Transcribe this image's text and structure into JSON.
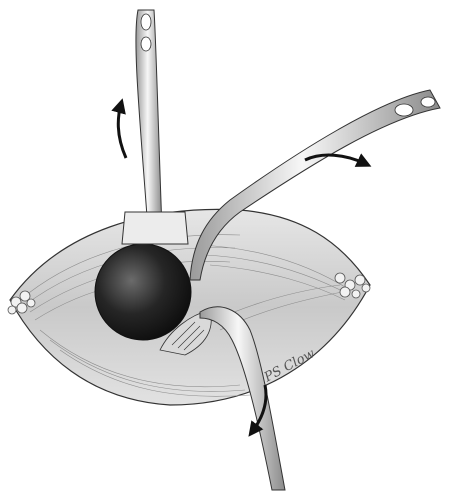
{
  "illustration": {
    "signature": "PS Clow",
    "colors": {
      "background": "#ffffff",
      "line": "#222222",
      "globe": "#1a1a1a",
      "muscle_shade": "#bdbdbd",
      "arrow": "#111111",
      "fat": "#f2f2f2"
    },
    "arrows": [
      "arrow-up",
      "arrow-right",
      "arrow-down-left"
    ],
    "instruments": [
      "retractor-top",
      "retractor-upper-right",
      "retractor-lower"
    ]
  }
}
